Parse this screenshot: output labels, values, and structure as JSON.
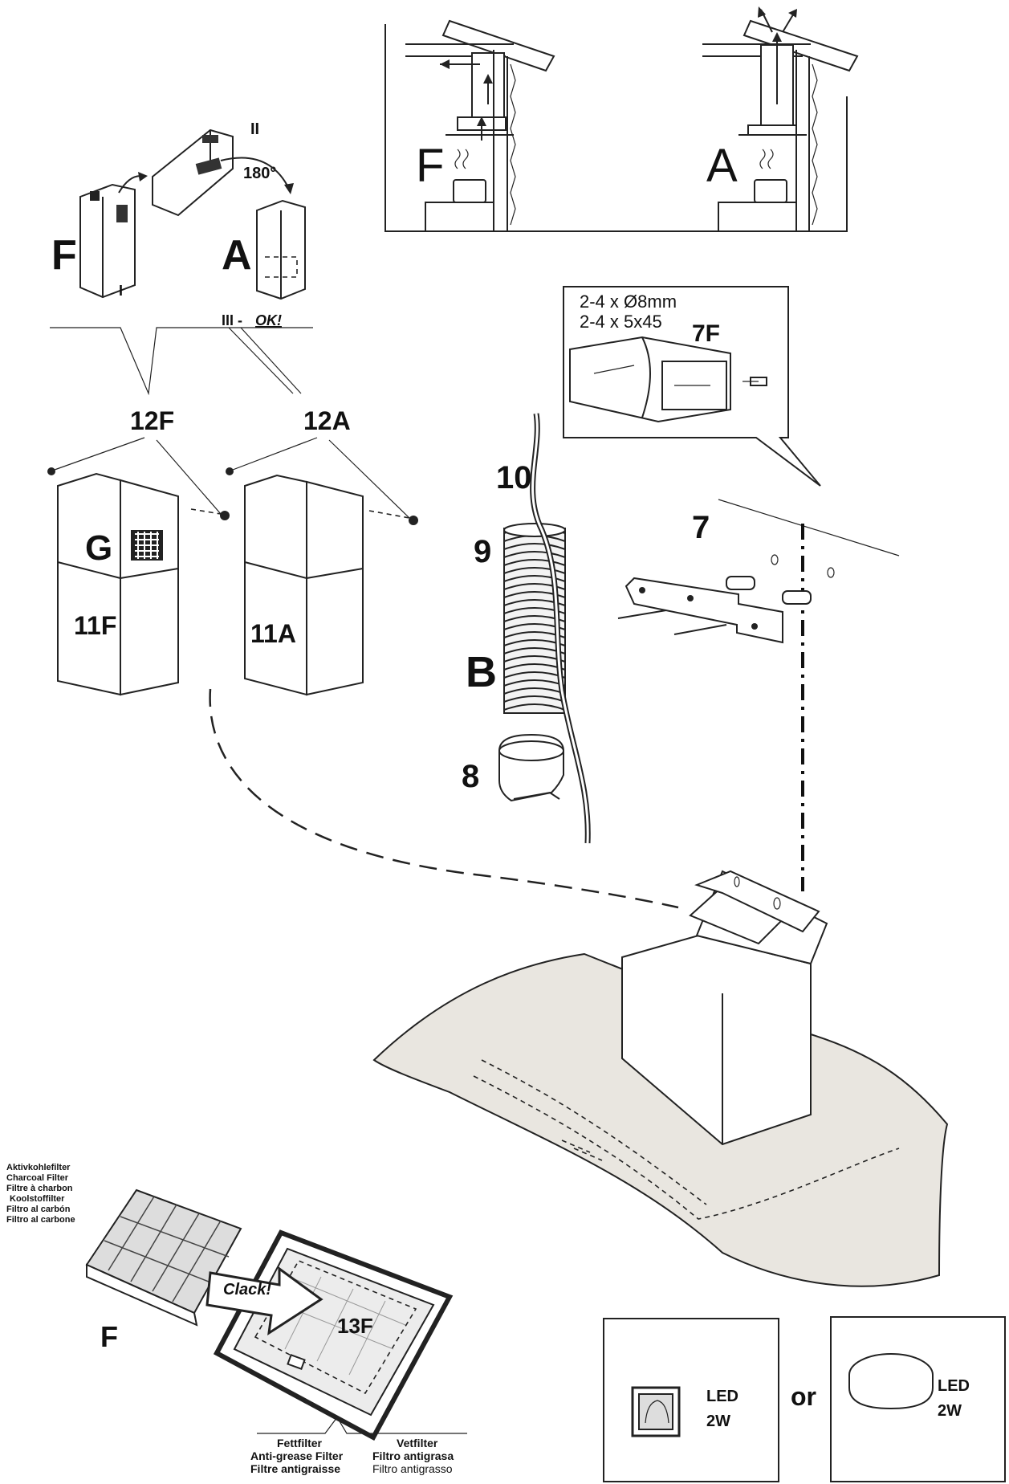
{
  "labels": {
    "f_mode": "F",
    "a_mode": "A",
    "roman_1": "I",
    "roman_2": "II",
    "roman_3": "III -",
    "ok": "OK!",
    "angle": "180°",
    "part_12f": "12F",
    "part_12a": "12A",
    "part_g": "G",
    "part_11f": "11F",
    "part_11a": "11A",
    "part_10": "10",
    "part_9": "9",
    "part_b": "B",
    "part_8": "8",
    "part_7": "7",
    "part_7f": "7F",
    "screws_1": "2-4 x Ø8mm",
    "screws_2": "2-4 x 5x45",
    "clack": "Clack!",
    "part_13f": "13F",
    "filter_f": "F",
    "or": "or",
    "led_label": "LED",
    "led_power": "2W"
  },
  "charcoal_filter": [
    "Aktivkohlefilter",
    "Charcoal Filter",
    "Filtre à charbon",
    "Koolstoffilter",
    "Filtro al carbón",
    "Filtro al carbone"
  ],
  "grease_filter_left": [
    "Fettfilter",
    "Anti-grease Filter",
    "Filtre antigraisse"
  ],
  "grease_filter_right": [
    "Vetfilter",
    "Filtro antigrasa",
    "Filtro antigrasso"
  ]
}
